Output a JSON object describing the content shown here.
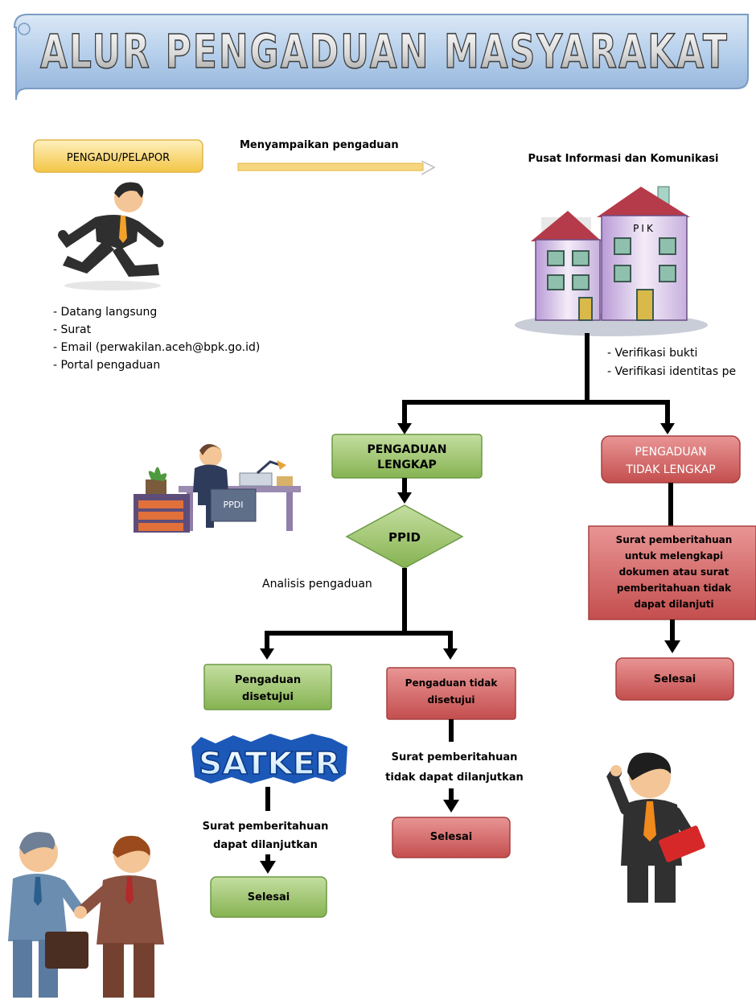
{
  "title": "ALUR PENGADUAN MASYARAKAT",
  "pengadu": {
    "label": "PENGADU/PELAPOR",
    "channels": [
      "- Datang langsung",
      "- Surat",
      "- Email (perwakilan.aceh@bpk.go.id)",
      "- Portal pengaduan"
    ]
  },
  "submit_arrow_label": "Menyampaikan pengaduan",
  "pik": {
    "heading": "Pusat Informasi dan Komunikasi",
    "sign": "PIK",
    "checks": [
      "- Verifikasi bukti",
      "- Verifikasi identitas pe"
    ]
  },
  "desk_sign": "PPDI",
  "lengkap": {
    "line1": "PENGADUAN",
    "line2": "LENGKAP"
  },
  "tidak_lengkap": {
    "line1": "PENGADUAN",
    "line2": "TIDAK LENGKAP",
    "notice": [
      "Surat pemberitahuan",
      "untuk melengkapi",
      "dokumen atau surat",
      "pemberitahuan tidak",
      "dapat dilanjuti"
    ],
    "end": "Selesai"
  },
  "ppid": {
    "label": "PPID",
    "analysis": "Analisis pengaduan"
  },
  "disetujui": {
    "line1": "Pengaduan",
    "line2": "disetujui",
    "logo_text": "SATKER",
    "notice": [
      "Surat pemberitahuan",
      "dapat dilanjutkan"
    ],
    "end": "Selesai"
  },
  "tidak_disetujui": {
    "line1": "Pengaduan tidak",
    "line2": "disetujui",
    "notice": [
      "Surat pemberitahuan",
      "tidak dapat dilanjutkan"
    ],
    "end": "Selesai"
  },
  "colors": {
    "green": "#9bc36c",
    "red": "#cf5c5c",
    "yellow": "#f6d46d",
    "banner": "#aecbea"
  }
}
